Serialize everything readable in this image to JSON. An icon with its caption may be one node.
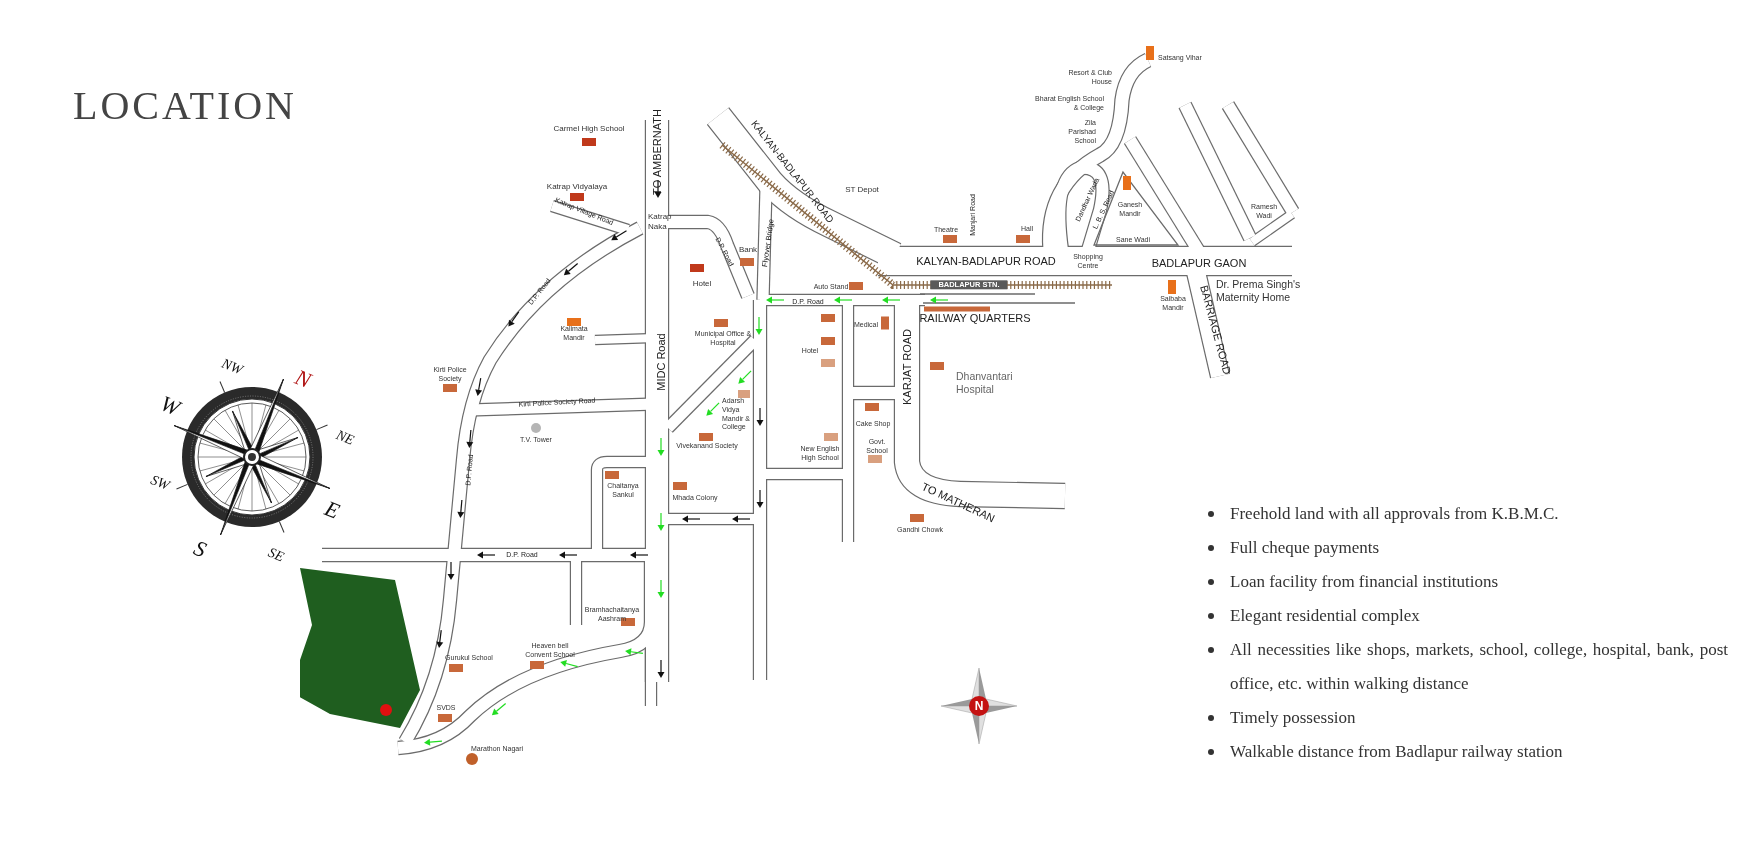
{
  "diagram": {
    "title": "LOCATION",
    "labels": [
      "TO AMBERNATH",
      "Carmel High School",
      "Katrap Vidyalaya",
      "Katrap Village Road",
      "Katrap Naka",
      "Bank",
      "D.P. Road",
      "Flyover Bridge",
      "KALYAN-BADLAPUR ROAD",
      "ST Depot",
      "Theatre",
      "Manjari Road",
      "Hall",
      "Dandhar Wada",
      "L. B. S. Road",
      "Ganesh Mandir",
      "Sane Wadi",
      "Satsang Vihar",
      "Resort & Club House",
      "Bharat English School & College",
      "Zila Parishad School",
      "Ramesh Wadi",
      "Hotel",
      "D.P. Road",
      "Kalimata Mandir",
      "MIDC Road",
      "Municipal Office & Hospital",
      "D.P. Road",
      "Auto Stand",
      "KALYAN-BADLAPUR ROAD",
      "Shopping Centre",
      "BADLAPUR STN.",
      "BADLAPUR GAON",
      "RAILWAY QUARTERS",
      "Medical",
      "Saibaba Mandir",
      "Dr. Prema Singh's Maternity Home",
      "BARRIAGE ROAD",
      "Hotel",
      "Kirti Police Society",
      "Kirti Police Society Road",
      "Adarsh Vidya Mandir & College",
      "T.V. Tower",
      "Vivekanand Society",
      "KARJAT ROAD",
      "Dhanvantari Hospital",
      "Cake Shop",
      "New English High School",
      "Govt. School",
      "D.P. Road",
      "Chaitanya Sankul",
      "Mhada Colony",
      "TO MATHERAN",
      "Gandhi Chowk",
      "D.P. Road",
      "Bramhachaitanya Aashram",
      "Heaven bell Convent School",
      "Gurukul School",
      "SVDS",
      "Marathon Nagari",
      "NW",
      "N",
      "W",
      "NE",
      "SW",
      "E",
      "S",
      "SE",
      "N",
      "Freehold land with all approvals from K.B.M.C.",
      "Full cheque payments",
      "Loan facility from  financial institutions",
      "Elegant residential complex",
      "All necessities like shops, markets, school, college, hospital, bank, post office, etc. within walking distance",
      "Timely possession",
      "Walkable distance from Badlapur railway station"
    ]
  }
}
